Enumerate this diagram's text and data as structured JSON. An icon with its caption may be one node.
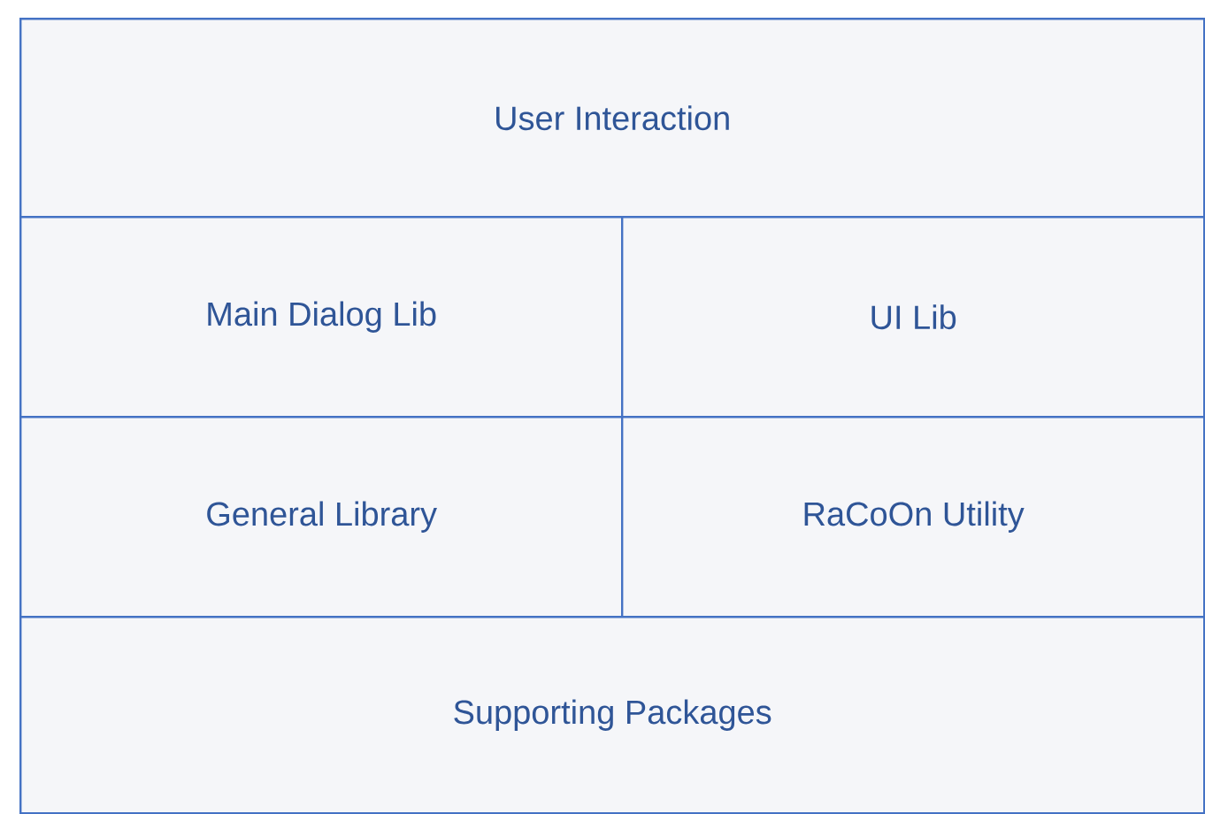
{
  "diagram": {
    "nodes": [
      {
        "text": [
          "User Interaction"
        ]
      },
      {
        "text": [
          "Main Dialog Lib"
        ]
      },
      {
        "text": [
          "UI Lib"
        ]
      },
      {
        "text": [
          "General Library"
        ]
      },
      {
        "text": [
          "RaCoOn Utility"
        ]
      },
      {
        "text": [
          "Supporting Packages"
        ]
      }
    ]
  }
}
